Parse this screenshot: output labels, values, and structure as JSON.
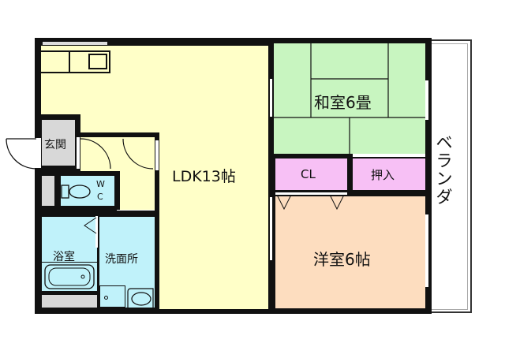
{
  "plan": {
    "colors": {
      "ldk": "#FFFFC8",
      "washitsu": "#C8F5C0",
      "closet": "#F7C0F5",
      "yoshitsu": "#FDDDBF",
      "wet": "#C0F2FA",
      "entrance": "#D8D8D8",
      "balcony": "#FFFFFF",
      "wall": "#111111"
    },
    "rooms": {
      "ldk": "LDK13帖",
      "washitsu": "和室6畳",
      "closet_cl": "CL",
      "oshiire": "押入",
      "yoshitsu": "洋室6帖",
      "genkan": "玄関",
      "wc_top": "W",
      "wc_bottom": "C",
      "bath": "浴室",
      "washroom": "洗面所",
      "balcony": "ベランダ"
    }
  }
}
